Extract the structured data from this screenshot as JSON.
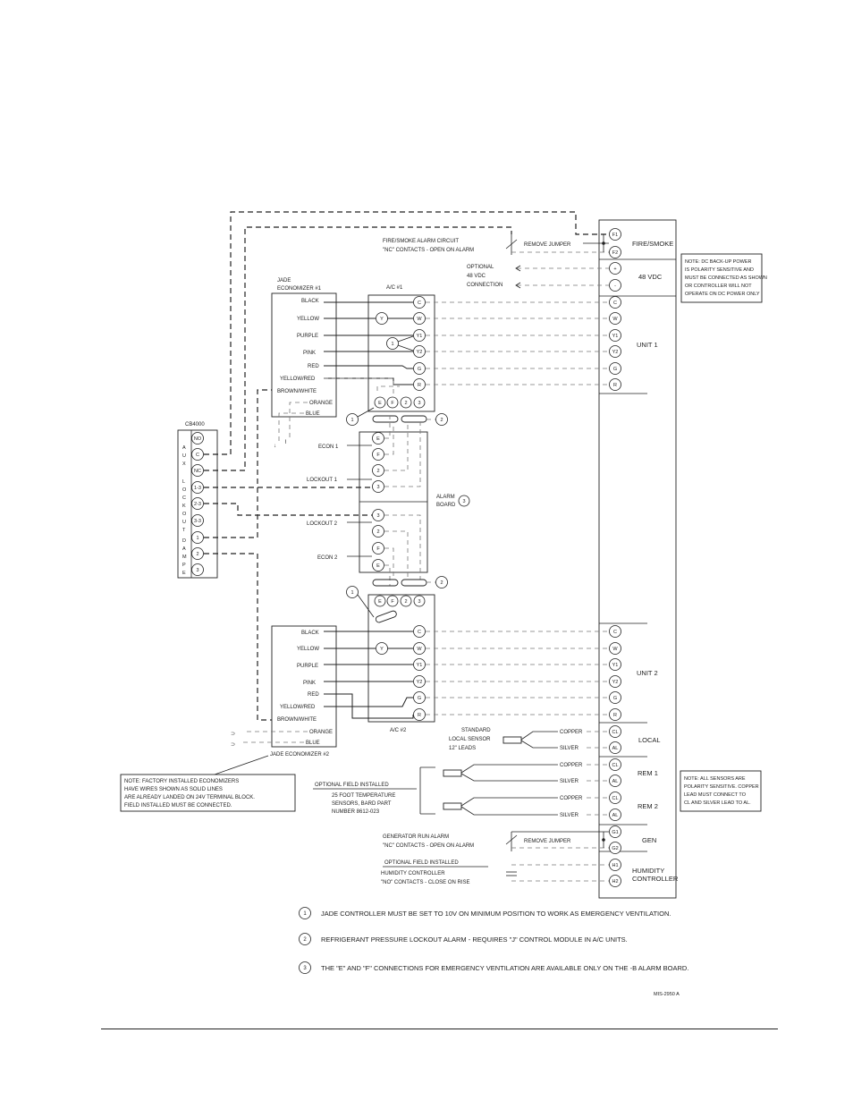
{
  "wiring": {
    "fire_smoke": {
      "circuit_line1": "FIRE/SMOKE ALARM CIRCUIT",
      "circuit_line2": "\"NC\" CONTACTS - OPEN ON ALARM",
      "jumper": "REMOVE JUMPER",
      "label": "FIRE/SMOKE",
      "term_a": "F1",
      "term_b": "F2"
    },
    "dc_power": {
      "opt_line1": "OPTIONAL",
      "opt_line2": "48 VDC",
      "opt_line3": "CONNECTION",
      "label": "48 VDC",
      "plus": "+",
      "minus": "-"
    },
    "dc_note": [
      "NOTE: DC BACK-UP POWER",
      "IS POLARITY SENSITIVE AND",
      "MUST BE CONNECTED AS SHOWN",
      "OR CONTROLLER WILL NOT",
      "OPERATE ON DC POWER ONLY"
    ],
    "econ1": {
      "title1": "JADE",
      "title2": "ECONOMIZER #1",
      "wires": [
        "BLACK",
        "YELLOW",
        "PURPLE",
        "PINK",
        "RED",
        "YELLOW/RED",
        "BROWN/WHITE",
        "ORANGE",
        "BLUE"
      ]
    },
    "econ2": {
      "title": "JADE ECONOMIZER #2",
      "wires": [
        "BLACK",
        "YELLOW",
        "PURPLE",
        "PINK",
        "RED",
        "YELLOW/RED",
        "BROWN/WHITE",
        "ORANGE",
        "BLUE"
      ]
    },
    "ac1": {
      "label": "A/C #1",
      "terms": [
        "C",
        "W",
        "Y1",
        "Y2",
        "G",
        "R"
      ]
    },
    "ac2": {
      "label": "A/C #2",
      "terms": [
        "C",
        "W",
        "Y1",
        "Y2",
        "G",
        "R"
      ]
    },
    "unit1": "UNIT 1",
    "unit2": "UNIT 2",
    "controller_terms1": [
      "C",
      "W",
      "Y1",
      "Y2",
      "G",
      "R"
    ],
    "controller_terms2": [
      "C",
      "W",
      "Y1",
      "Y2",
      "G",
      "R"
    ],
    "y_circle": "Y",
    "cb4000": {
      "title": "CB4000",
      "terms": [
        "NO",
        "C",
        "NC",
        "1-3",
        "2-3",
        "3-3",
        "1",
        "2",
        "3"
      ],
      "side_aux": "AUX",
      "side_lockout": "LOCKOUT",
      "side_damper": "DAMPER"
    },
    "alarm_board": {
      "econ1": "ECON 1",
      "lockout1": "LOCKOUT 1",
      "lockout2": "LOCKOUT 2",
      "econ2": "ECON 2",
      "label1": "ALARM",
      "label2": "BOARD",
      "ref3": "3",
      "top_terms": [
        "E",
        "F",
        "2",
        "3"
      ],
      "e": "E",
      "f": "F",
      "two": "2",
      "three": "3"
    },
    "ref1": "1",
    "ref2": "2",
    "local_sensor": {
      "line1": "STANDARD",
      "line2": "LOCAL SENSOR",
      "line3": "12\" LEADS",
      "copper": "COPPER",
      "silver": "SILVER",
      "label": "LOCAL",
      "term_cl": "CL",
      "term_al": "AL"
    },
    "rem_sensors": {
      "copper": "COPPER",
      "silver": "SILVER",
      "rem1": "REM 1",
      "rem2": "REM 2",
      "term_cl": "CL",
      "term_al": "AL"
    },
    "field_sensor": {
      "line1": "OPTIONAL FIELD INSTALLED",
      "line2": "25 FOOT TEMPERATURE",
      "line3": "SENSORS, BARD PART",
      "line4": "NUMBER 8612-023"
    },
    "sensor_note": [
      "NOTE: ALL SENSORS ARE",
      "POLARITY SENSITIVE. COPPER",
      "LEAD MUST CONNECT TO",
      "CL AND SILVER LEAD TO AL."
    ],
    "factory_note": [
      "NOTE: FACTORY INSTALLED ECONOMIZERS",
      "HAVE WIRES SHOWN AS SOLID LINES",
      "ARE ALREADY LANDED ON 24V TERMINAL BLOCK.",
      "FIELD INSTALLED MUST BE CONNECTED."
    ],
    "generator": {
      "line1": "GENERATOR RUN ALARM",
      "line2": "\"NC\" CONTACTS - OPEN ON ALARM",
      "jumper": "REMOVE JUMPER",
      "label": "GEN",
      "term_a": "G1",
      "term_b": "G2"
    },
    "humidity": {
      "line1": "OPTIONAL FIELD INSTALLED",
      "line2": "HUMIDITY CONTROLLER",
      "line3": "\"NO\" CONTACTS - CLOSE ON RISE",
      "label1": "HUMIDITY",
      "label2": "CONTROLLER",
      "term_a": "H1",
      "term_b": "H2"
    },
    "footnotes": [
      {
        "num": "1",
        "text": "JADE CONTROLLER MUST BE SET TO 10V ON MINIMUM POSITION TO WORK AS EMERGENCY VENTILATION."
      },
      {
        "num": "2",
        "text": "REFRIGERANT PRESSURE LOCKOUT ALARM - REQUIRES \"J\" CONTROL MODULE IN A/C UNITS."
      },
      {
        "num": "3",
        "text": "THE \"E\" AND \"F\" CONNECTIONS FOR EMERGENCY VENTILATION ARE AVAILABLE ONLY ON THE -B ALARM BOARD."
      }
    ],
    "drawing_number": "MIS-2950 A"
  }
}
